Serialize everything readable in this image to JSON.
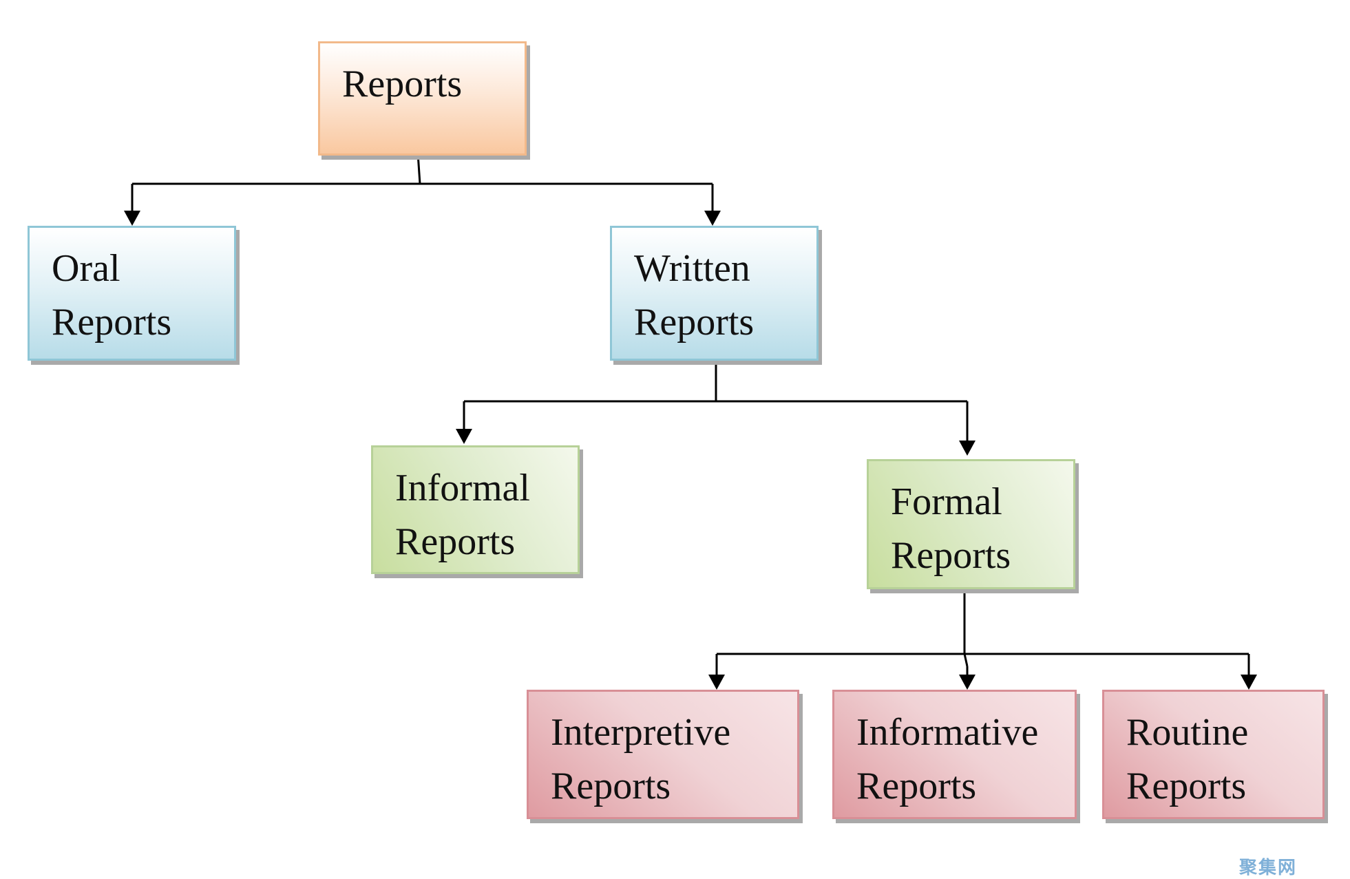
{
  "nodes": {
    "reports": {
      "line1": "Reports"
    },
    "oral": {
      "line1": "Oral",
      "line2": "Reports"
    },
    "written": {
      "line1": "Written",
      "line2": "Reports"
    },
    "informal": {
      "line1": "Informal",
      "line2": "Reports"
    },
    "formal": {
      "line1": "Formal",
      "line2": "Reports"
    },
    "interpretive": {
      "line1": "Interpretive",
      "line2": "Reports"
    },
    "informative": {
      "line1": "Informative",
      "line2": "Reports"
    },
    "routine": {
      "line1": "Routine",
      "line2": "Reports"
    }
  },
  "watermark": "聚集网",
  "colors": {
    "level1": "#f9c8a0",
    "level2": "#b7dce8",
    "level3": "#c8de9f",
    "level4": "#df9ba1",
    "connector": "#000000"
  }
}
